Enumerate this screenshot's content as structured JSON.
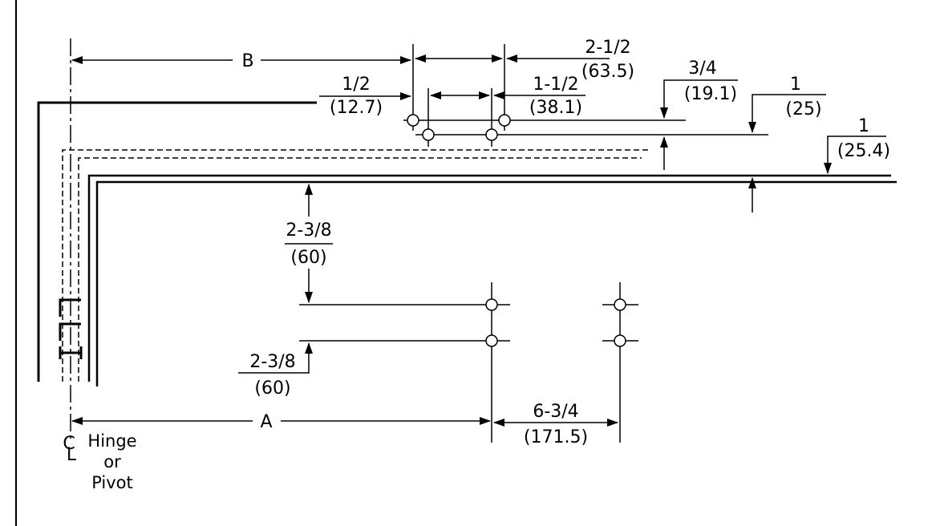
{
  "dimensions": {
    "b": "B",
    "a": "A",
    "half": {
      "num": "1/2",
      "mm": "(12.7)"
    },
    "two_half": {
      "num": "2-1/2",
      "mm": "(63.5)"
    },
    "one_half": {
      "num": "1-1/2",
      "mm": "(38.1)"
    },
    "three_quarter": {
      "num": "3/4",
      "mm": "(19.1)"
    },
    "one_25": {
      "num": "1",
      "mm": "(25)"
    },
    "one_254": {
      "num": "1",
      "mm": "(25.4)"
    },
    "two_3_8_upper": {
      "num": "2-3/8",
      "mm": "(60)"
    },
    "two_3_8_lower": {
      "num": "2-3/8",
      "mm": "(60)"
    },
    "six_3_4": {
      "num": "6-3/4",
      "mm": "(171.5)"
    }
  },
  "centerline": {
    "symbol_c": "C",
    "symbol_l": "L",
    "line1": "Hinge",
    "line2": "or",
    "line3": "Pivot"
  },
  "colors": {
    "ink": "#000000",
    "paper": "#ffffff"
  }
}
